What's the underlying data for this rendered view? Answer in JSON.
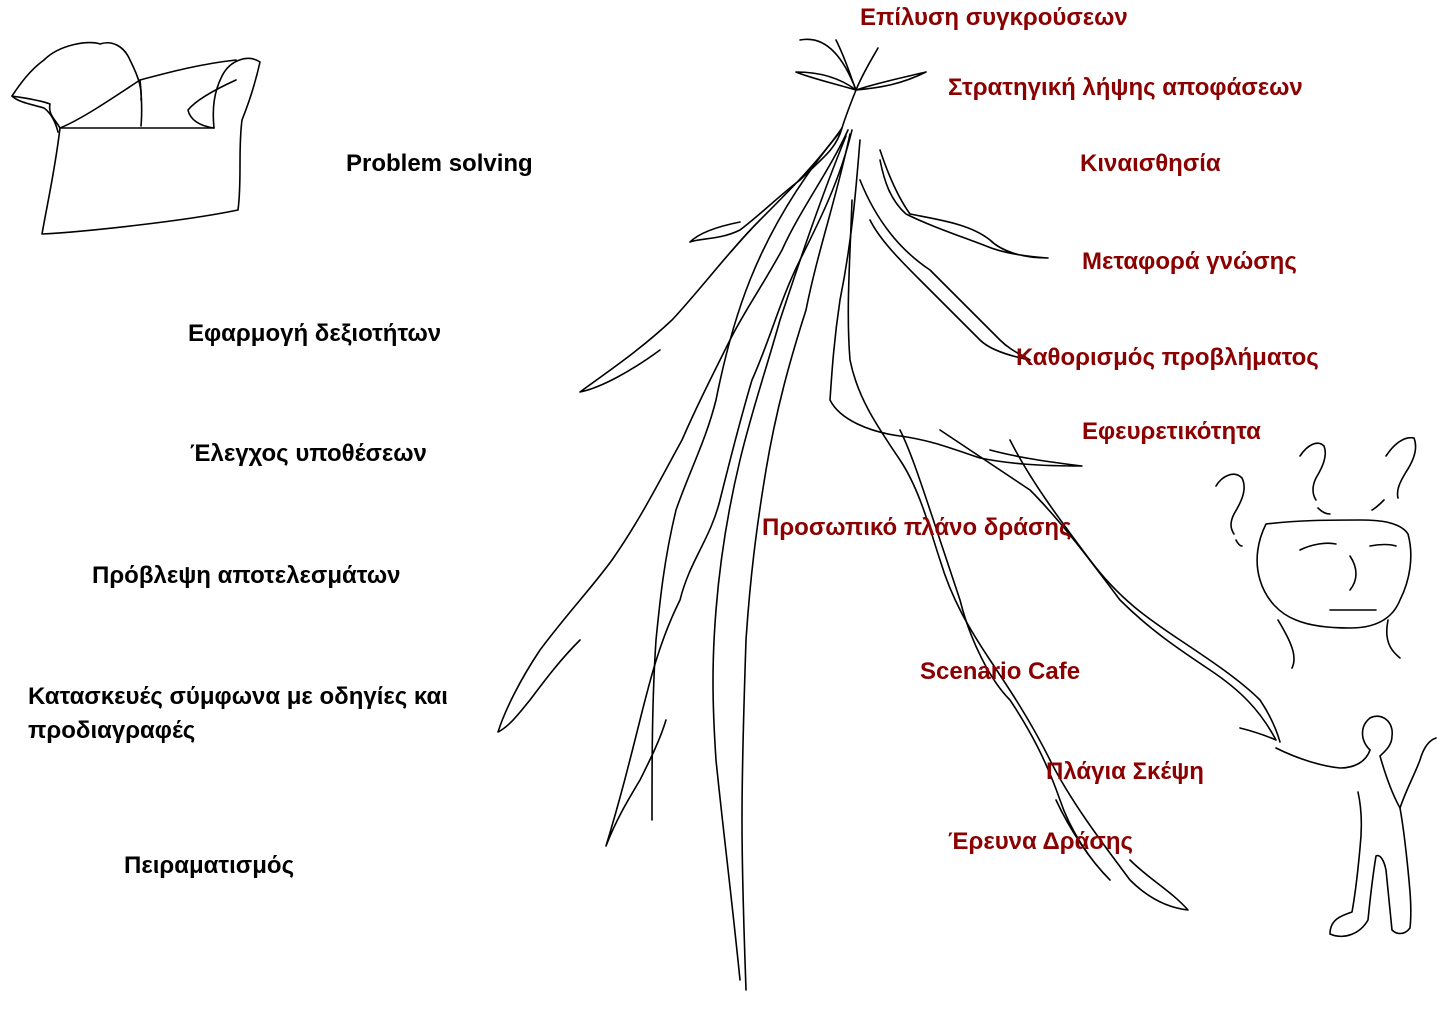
{
  "colors": {
    "left_label": "#000000",
    "right_label": "#8B0000",
    "ink": "#000000",
    "background": "#FFFFFF"
  },
  "left_labels": {
    "problem_solving": "Problem solving",
    "efarmogi": "Εφαρμογή δεξιοτήτων",
    "elegxos": "Έλεγχος υποθέσεων",
    "provlepsi": "Πρόβλεψη αποτελεσμάτων",
    "kataskeues": "Κατασκευές σύμφωνα με οδηγίες και προδιαγραφές",
    "peiramatismos": "Πειραματισμός"
  },
  "right_labels": {
    "epilysi": "Επίλυση συγκρούσεων",
    "stratigiki": "Στρατηγική λήψης αποφάσεων",
    "kinaisthisia": "Κιναισθησία",
    "metafora": "Μεταφορά γνώσης",
    "kathorismos": "Καθορισμός προβλήματος",
    "efevretikotita": "Εφευρετικότητα",
    "prosopiko": "Προσωπικό πλάνο δράσης",
    "scenario": "Scenario Cafe",
    "plagia": "Πλάγια Σκέψη",
    "erevna": "Έρευνα Δράσης"
  },
  "drawings": {
    "box": "open-box-sketch",
    "roots": "root-tree-sketch",
    "thinker": "question-marks-head-sketch",
    "person": "person-sketch"
  }
}
